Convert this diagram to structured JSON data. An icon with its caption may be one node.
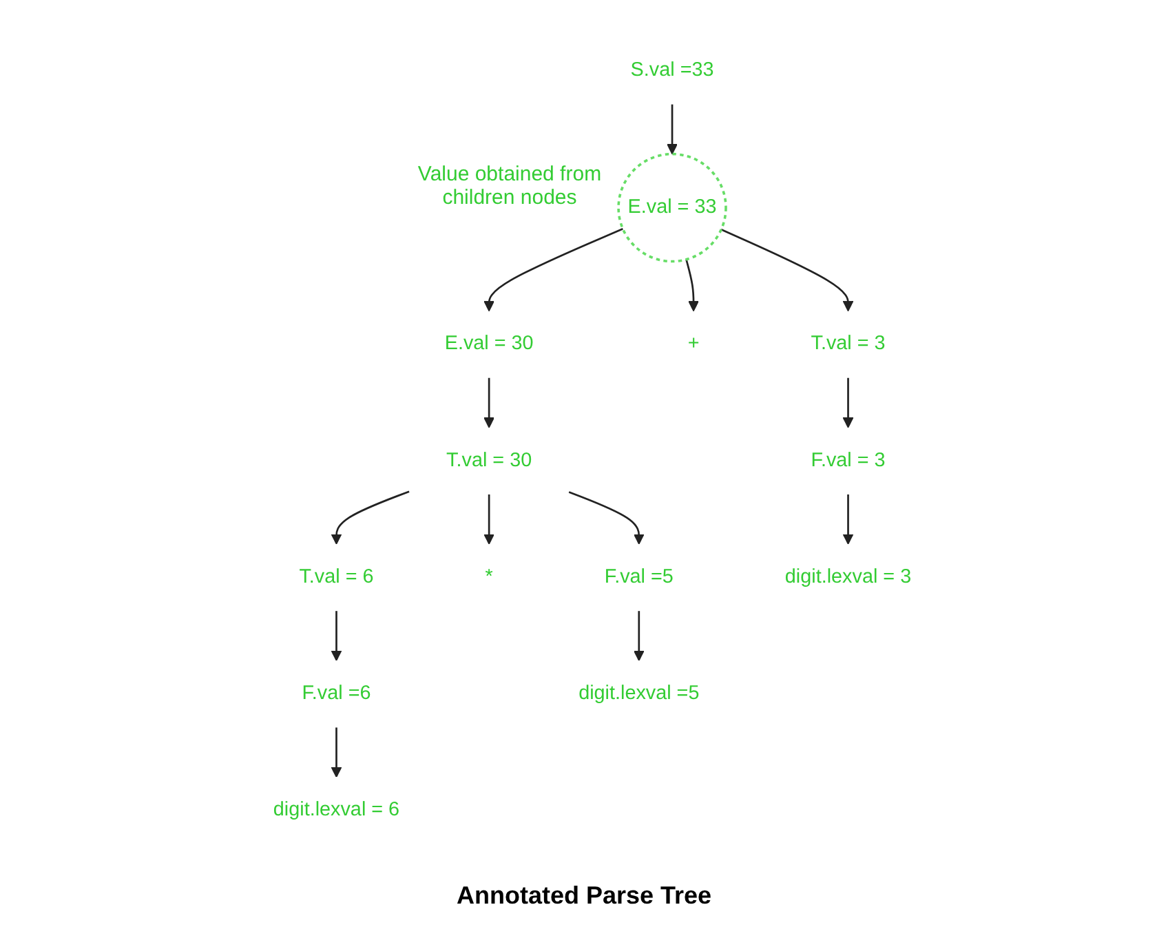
{
  "diagram": {
    "caption": "Annotated Parse Tree",
    "nodes": [
      {
        "text": [
          "S.val =33"
        ]
      },
      {
        "text": [
          "E.val = 33"
        ],
        "beside": [
          "Value obtained from children nodes"
        ]
      },
      {
        "text": [
          "E.val = 30"
        ]
      },
      {
        "text": [
          "+"
        ]
      },
      {
        "text": [
          "T.val = 3"
        ]
      },
      {
        "text": [
          "T.val = 30"
        ]
      },
      {
        "text": [
          "F.val = 3"
        ]
      },
      {
        "text": [
          "T.val = 6"
        ]
      },
      {
        "text": [
          "*"
        ]
      },
      {
        "text": [
          "F.val =5"
        ]
      },
      {
        "text": [
          "digit.lexval = 3"
        ]
      },
      {
        "text": [
          "F.val =6"
        ]
      },
      {
        "text": [
          "digit.lexval =5"
        ]
      },
      {
        "text": [
          "digit.lexval = 6"
        ]
      }
    ],
    "edges": [
      {
        "from": 0,
        "to": 1,
        "arrow": "to"
      },
      {
        "from": 1,
        "to": 2,
        "arrow": "to"
      },
      {
        "from": 1,
        "to": 3,
        "arrow": "to"
      },
      {
        "from": 1,
        "to": 4,
        "arrow": "to"
      },
      {
        "from": 2,
        "to": 5,
        "arrow": "to"
      },
      {
        "from": 4,
        "to": 6,
        "arrow": "to"
      },
      {
        "from": 5,
        "to": 7,
        "arrow": "to"
      },
      {
        "from": 5,
        "to": 8,
        "arrow": "to"
      },
      {
        "from": 5,
        "to": 9,
        "arrow": "to"
      },
      {
        "from": 6,
        "to": 10,
        "arrow": "to"
      },
      {
        "from": 7,
        "to": 11,
        "arrow": "to"
      },
      {
        "from": 9,
        "to": 12,
        "arrow": "to"
      },
      {
        "from": 11,
        "to": 13,
        "arrow": "to"
      }
    ]
  }
}
